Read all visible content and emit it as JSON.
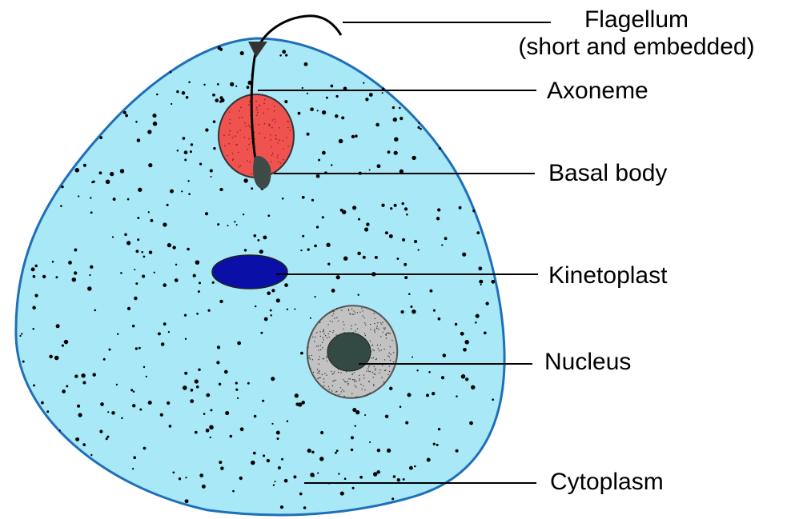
{
  "labels": {
    "flagellum": "Flagellum",
    "flagellum_note": "(short and embedded)",
    "axoneme": "Axoneme",
    "basal_body": "Basal body",
    "kinetoplast": "Kinetoplast",
    "nucleus": "Nucleus",
    "cytoplasm": "Cytoplasm"
  },
  "colors": {
    "cell_fill": "#a9e8f7",
    "cell_outline": "#1f6fb8",
    "axoneme_fill": "#f0534f",
    "kinetoplast_fill": "#0a0fa8",
    "nucleus_outer": "#c2c2c2",
    "nucleus_inner": "#334a44",
    "basal_body": "#3d4a46",
    "granules": "#000000",
    "leader_lines": "#000000"
  }
}
